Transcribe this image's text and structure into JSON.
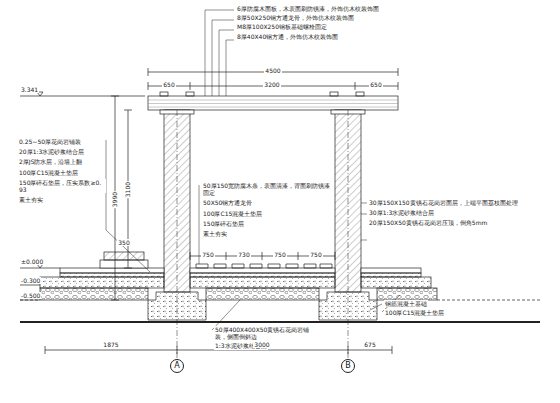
{
  "diagram": {
    "nodes": [
      {
        "text": [
          "A"
        ]
      },
      {
        "text": [
          "B"
        ]
      }
    ],
    "labels": [
      "6厚防腐木面板，木表面刷防锈漆，外饰仿木纹装饰面",
      "8厚50X250钢方通龙骨，外饰仿木纹装饰面",
      "M8厚100X250钢板基础螺栓固定",
      "8厚40X40钢方通，外饰仿木纹装饰面",
      "4500",
      "650",
      "3200",
      "650",
      "3.341",
      "0.25~50厚花岗岩铺装",
      "20厚1:3水泥砂浆结合层",
      "2厚JS防水层，沿墙上翻",
      "100厚C15混凝土垫层",
      "150厚碎石垫层，压实系数≥0.93",
      "素土夯实",
      "3990",
      "3100",
      "±0.000",
      "-0.300",
      "-0.500",
      "350",
      "50厚150宽防腐木条，表面清漆，背面刷防锈漆固定",
      "50X50钢方通龙骨",
      "100厚C15混凝土垫层",
      "150厚碎石垫层",
      "素土夯实",
      "30厚150X150黄锈石花岗岩面层，上端平面荔枝面处理",
      "30厚1:3水泥砂浆结合层",
      "20厚150X50黄锈石花岗岩压顶，倒角5mm",
      "750",
      "730",
      "750",
      "750",
      "50厚400X400X50黄锈石花岗岩铺装，侧面倒斜边",
      "1:3水泥砂浆结合层",
      "钢筋混凝土基础",
      "100厚C15混凝土垫层",
      "1875",
      "3000",
      "675"
    ]
  }
}
